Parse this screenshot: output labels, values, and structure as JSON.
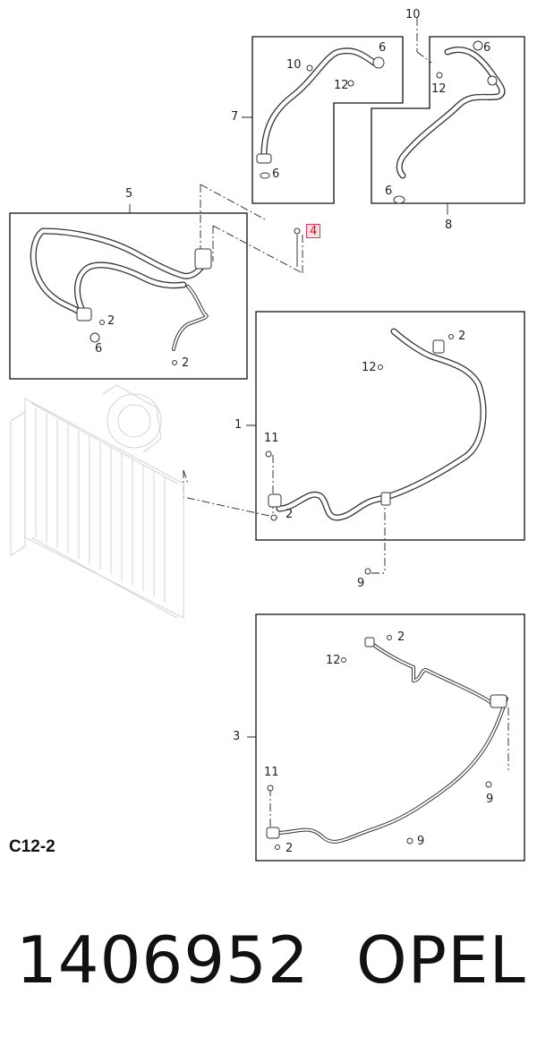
{
  "diagram": {
    "callouts": {
      "box_7": "7",
      "box_8": "8",
      "box_5": "5",
      "box_1": "1",
      "box_3": "3",
      "bolt_4": "4",
      "top_10": "10",
      "box7_10": "10",
      "box7_6a": "6",
      "box7_12": "12",
      "box7_6b": "6",
      "box8_6a": "6",
      "box8_12": "12",
      "box8_6b": "6",
      "box5_2a": "2",
      "box5_6": "6",
      "box5_2b": "2",
      "box1_2a": "2",
      "box1_12": "12",
      "box1_11": "11",
      "box1_2b": "2",
      "below1_9": "9",
      "box3_2a": "2",
      "box3_12": "12",
      "box3_11": "11",
      "box3_9a": "9",
      "box3_2b": "2",
      "box3_9b": "9"
    },
    "group_code": "C12-2"
  },
  "footer": {
    "part_number": "1406952",
    "brand": "OPEL"
  },
  "colors": {
    "line": "#333333",
    "highlight_border": "#ee3366",
    "highlight_fill": "#fbdde2",
    "highlight_text": "#dd1111"
  }
}
